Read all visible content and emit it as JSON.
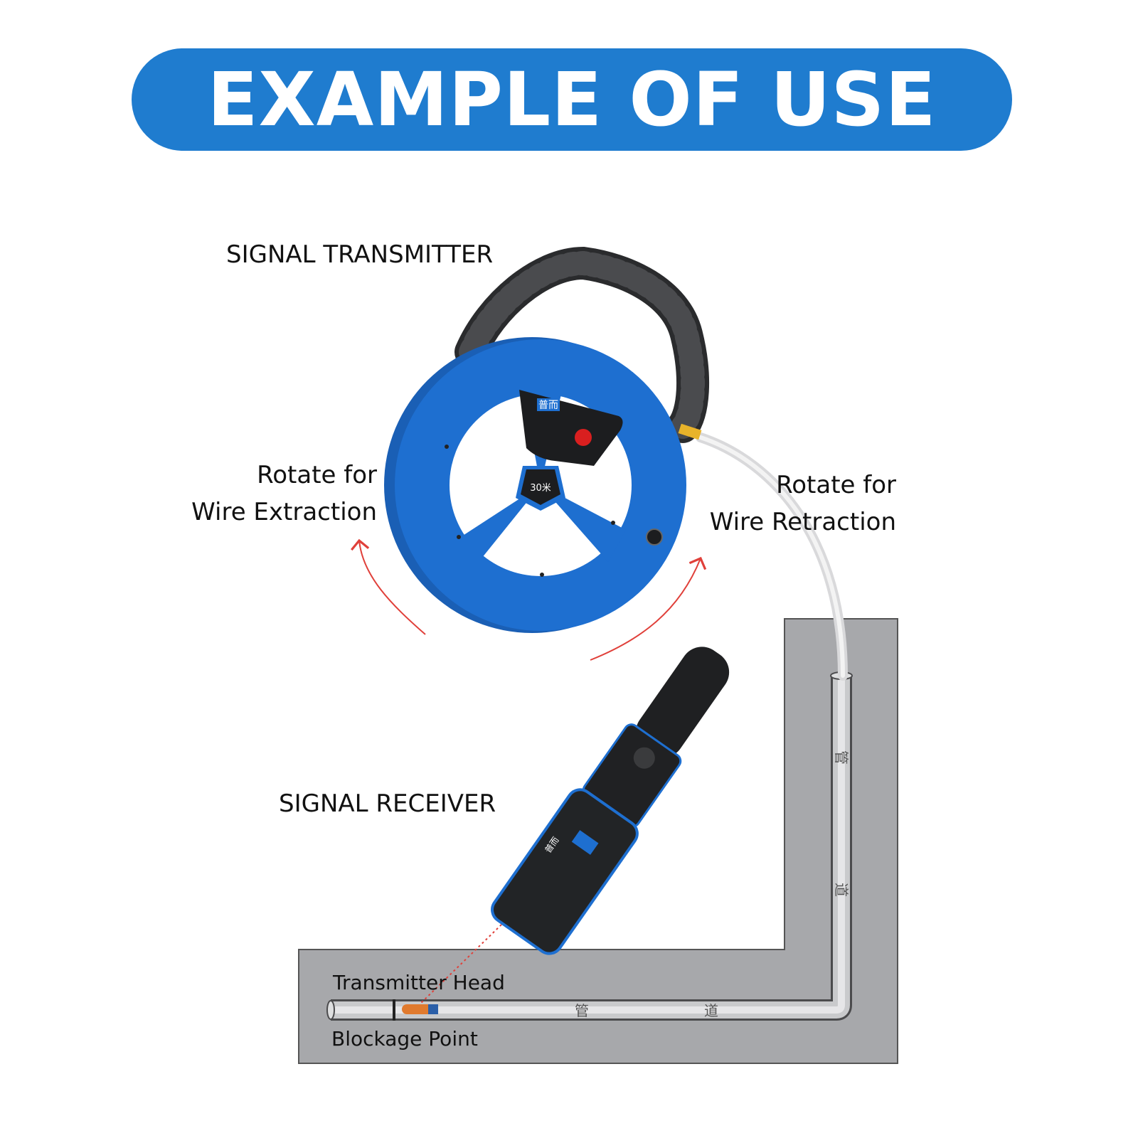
{
  "banner": {
    "title": "EXAMPLE OF USE"
  },
  "labels": {
    "signal_transmitter": "SIGNAL TRANSMITTER",
    "rotate_extraction_line1": "Rotate for",
    "rotate_extraction_line2": "Wire Extraction",
    "rotate_retraction_line1": "Rotate for",
    "rotate_retraction_line2": "Wire Retraction",
    "signal_receiver": "SIGNAL RECEIVER",
    "transmitter_head": "Transmitter Head",
    "blockage_point": "Blockage Point"
  },
  "device_text": {
    "reel_brand": "普而",
    "reel_length": "30米",
    "receiver_brand": "普而",
    "pipe_char_1": "管",
    "pipe_char_2": "道"
  },
  "colors": {
    "banner": "#1f7ccf",
    "reel_blue": "#1e6fd0",
    "wall_gray": "#a7a8ab",
    "arrow_red": "#e0403a",
    "receiver_body": "#222426"
  },
  "icons": [
    "reel-icon",
    "receiver-icon",
    "rotation-arrow-icon",
    "pipe-icon"
  ]
}
